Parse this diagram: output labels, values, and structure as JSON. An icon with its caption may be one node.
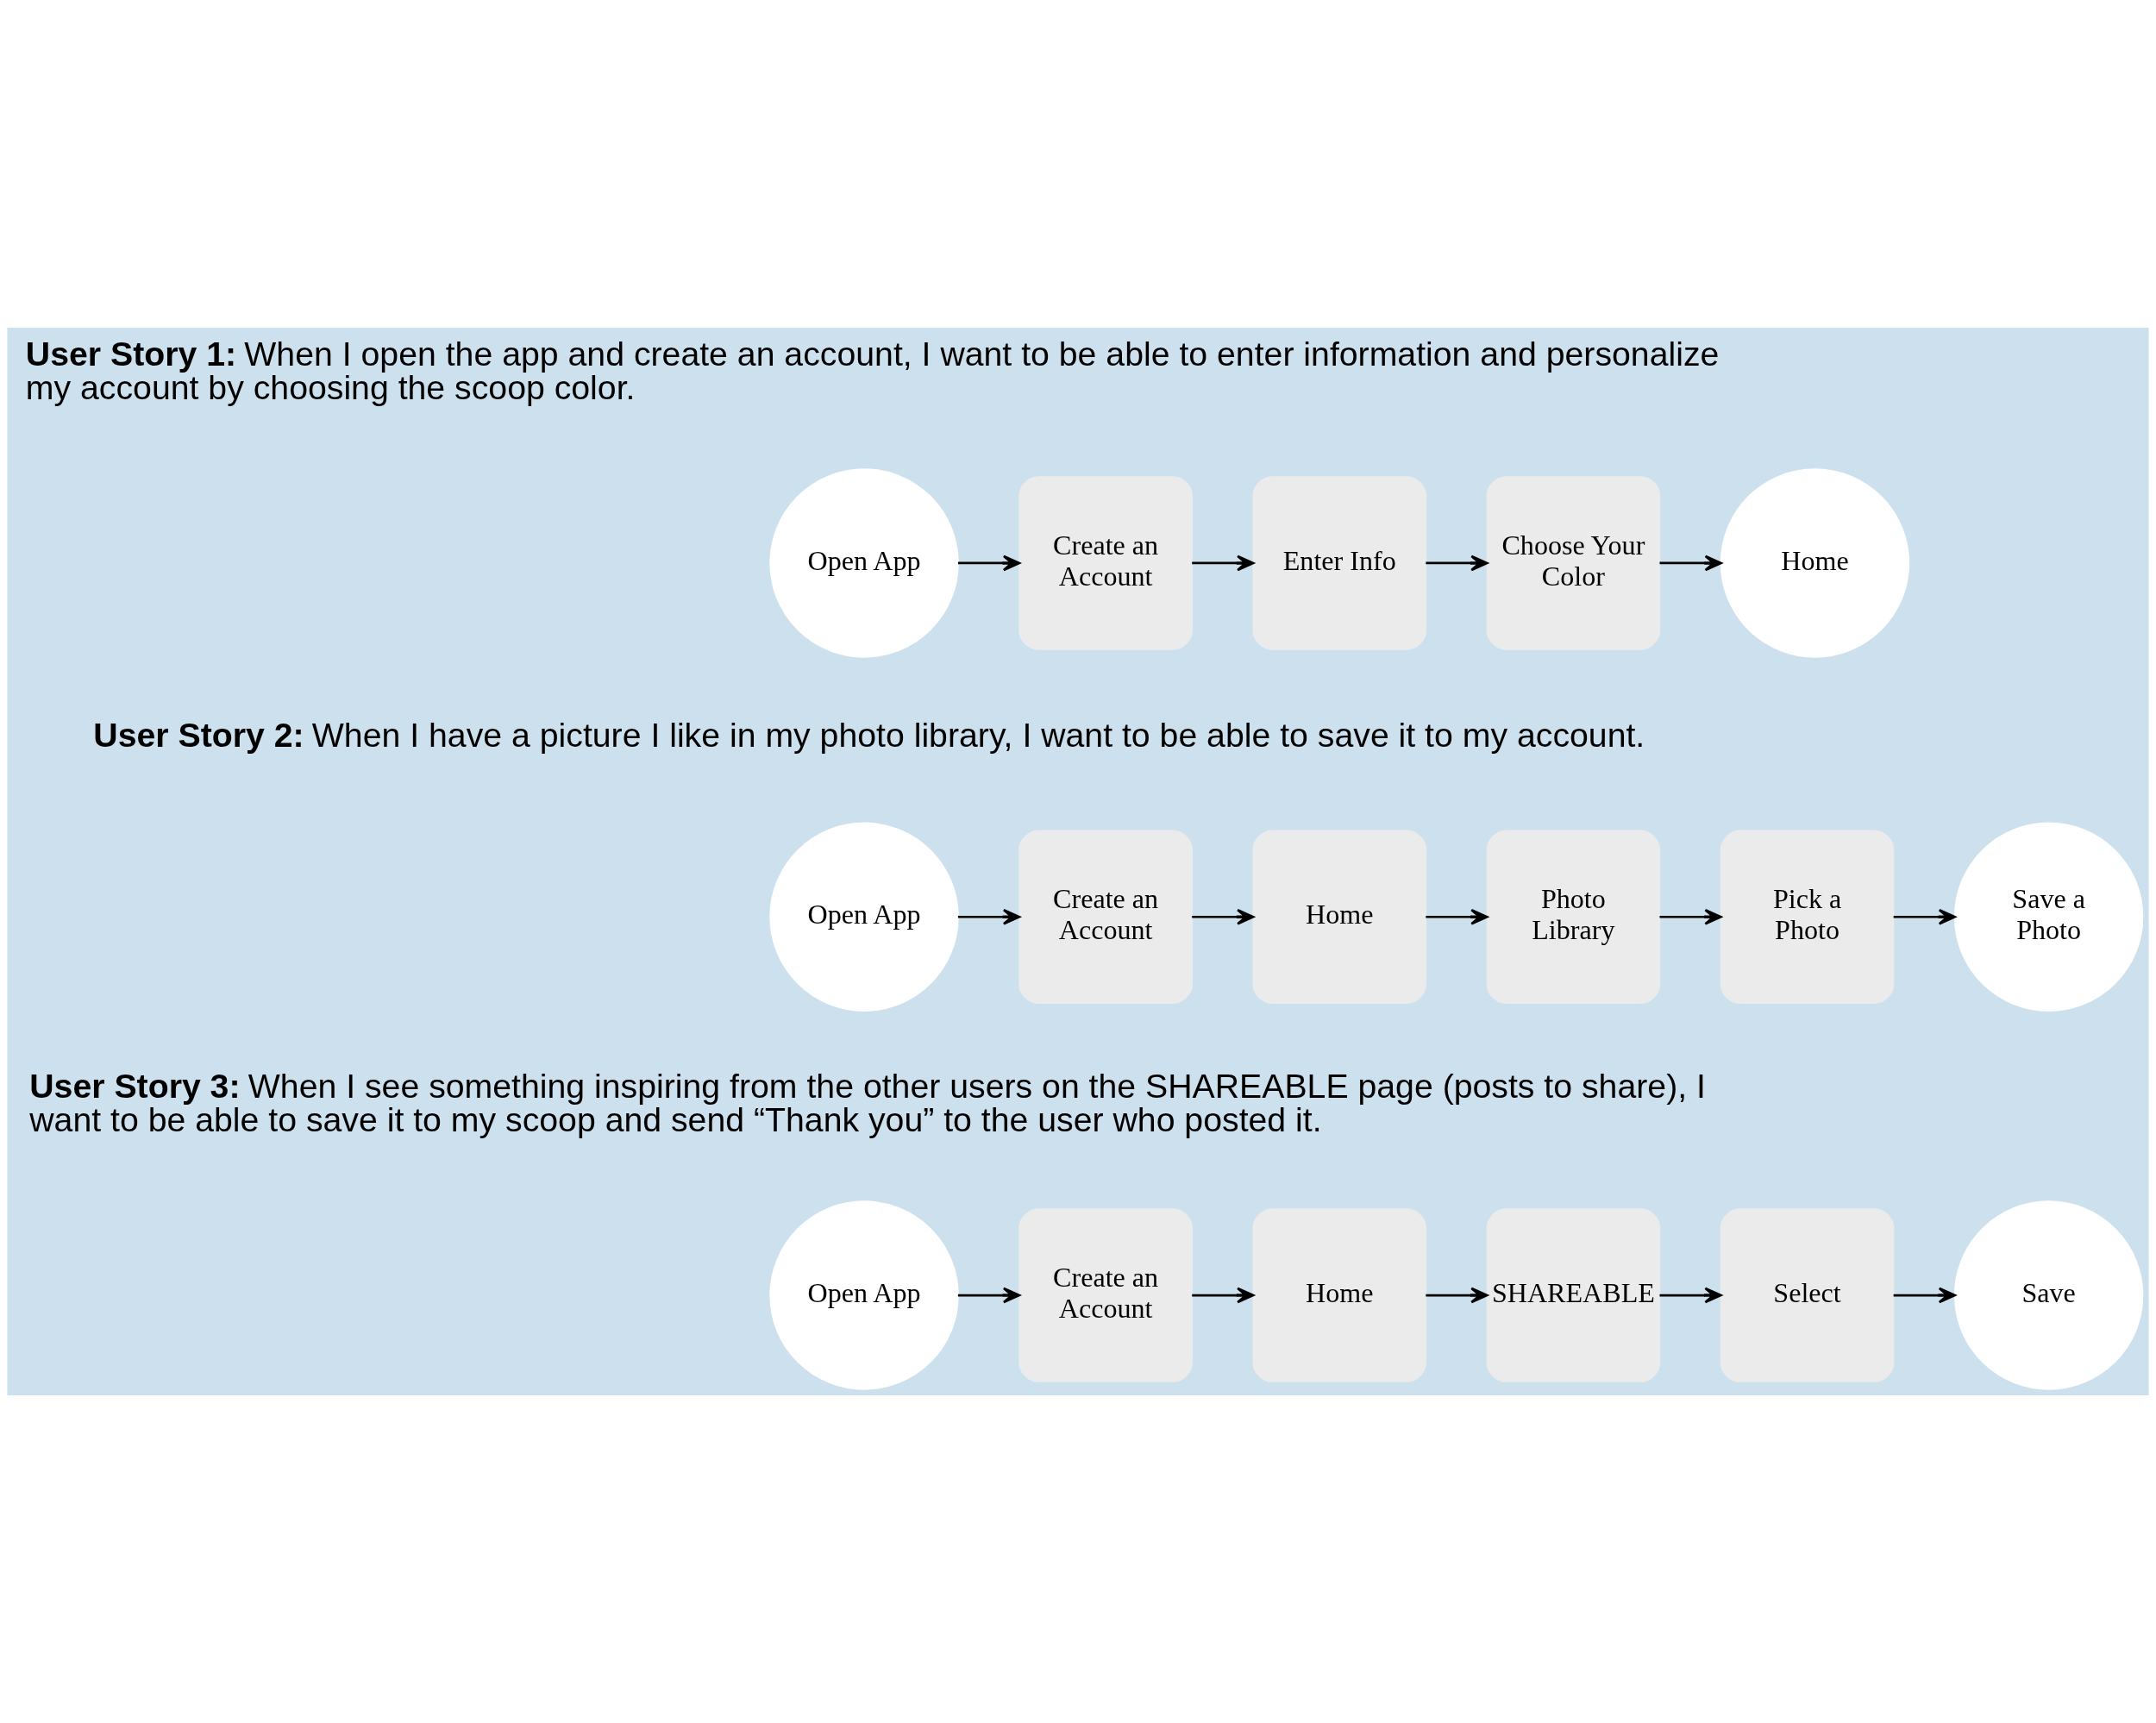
{
  "diagram": {
    "nodes": [
      {
        "text": [
          "Open App"
        ]
      },
      {
        "text": [
          "Create an Account"
        ]
      },
      {
        "text": [
          "Enter Info"
        ]
      },
      {
        "text": [
          "Choose Your Color"
        ]
      },
      {
        "text": [
          "Home"
        ]
      },
      {
        "text": [
          "Open App"
        ]
      },
      {
        "text": [
          "Create an Account"
        ]
      },
      {
        "text": [
          "Home"
        ]
      },
      {
        "text": [
          "Photo Library"
        ]
      },
      {
        "text": [
          "Pick a Photo"
        ]
      },
      {
        "text": [
          "Save a Photo"
        ]
      },
      {
        "text": [
          "Open App"
        ]
      },
      {
        "text": [
          "Create an Account"
        ]
      },
      {
        "text": [
          "Home"
        ]
      },
      {
        "text": [
          "SHAREABLE"
        ]
      },
      {
        "text": [
          "Select"
        ]
      },
      {
        "text": [
          "Save"
        ]
      }
    ],
    "edges": [
      {
        "from": 0,
        "to": 1,
        "arrow": "to"
      },
      {
        "from": 1,
        "to": 2,
        "arrow": "to"
      },
      {
        "from": 2,
        "to": 3,
        "arrow": "to"
      },
      {
        "from": 3,
        "to": 4,
        "arrow": "to"
      },
      {
        "from": 5,
        "to": 6,
        "arrow": "to"
      },
      {
        "from": 6,
        "to": 7,
        "arrow": "to"
      },
      {
        "from": 7,
        "to": 8,
        "arrow": "to"
      },
      {
        "from": 8,
        "to": 9,
        "arrow": "to"
      },
      {
        "from": 9,
        "to": 10,
        "arrow": "to"
      },
      {
        "from": 11,
        "to": 12,
        "arrow": "to"
      },
      {
        "from": 12,
        "to": 13,
        "arrow": "to"
      },
      {
        "from": 13,
        "to": 14,
        "arrow": "to"
      },
      {
        "from": 14,
        "to": 15,
        "arrow": "to"
      },
      {
        "from": 15,
        "to": 16,
        "arrow": "to"
      }
    ],
    "labels": [
      "**User Story 1:** When I open the app and create an account, I want to be able to enter information and personalize my account by choosing the scoop color.",
      "**User Story 2:** When I have a picture I like in my photo library, I want to be able to save it to my account.",
      "**User Story 3:** When I see something inspiring from the other users on the SHAREABLE page (posts to share), I want to be able to save it to my scoop and send “Thank you” to the user who posted it."
    ]
  }
}
